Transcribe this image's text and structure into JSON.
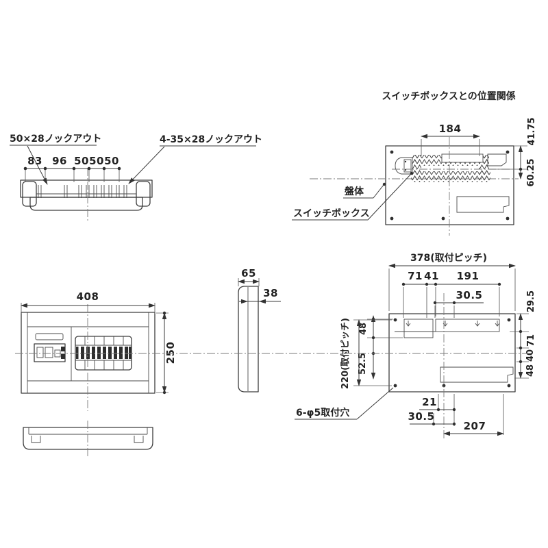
{
  "title": "スイッチボックスとの位置関係",
  "top_view": {
    "label_knockout_5028": "50×28ノックアウト",
    "label_knockout_43528": "4-35×28ノックアウト",
    "dim_83": "83",
    "dim_96": "96",
    "dim_50a": "50",
    "dim_50b": "50",
    "dim_50c": "50"
  },
  "switchbox_view": {
    "dim_184": "184",
    "dim_4175": "41.75",
    "dim_6025": "60.25",
    "label_bantai": "盤体",
    "label_switchbox": "スイッチボックス"
  },
  "front_view": {
    "dim_width": "408",
    "dim_height": "250"
  },
  "side_view": {
    "dim_65": "65",
    "dim_38": "38"
  },
  "rear_view": {
    "dim_pitch_w": "378(取付ピッチ)",
    "dim_71_top": "71",
    "dim_41": "41",
    "dim_191": "191",
    "dim_305_top": "30.5",
    "dim_295": "29.5",
    "dim_71_right": "71",
    "dim_40": "40",
    "dim_48_right": "48",
    "dim_48_left": "48",
    "dim_525": "52.5",
    "dim_pitch_h": "220(取付ピッチ)",
    "dim_21": "21",
    "dim_305_bottom": "30.5",
    "dim_207": "207",
    "label_holes": "6-φ5取付穴"
  }
}
